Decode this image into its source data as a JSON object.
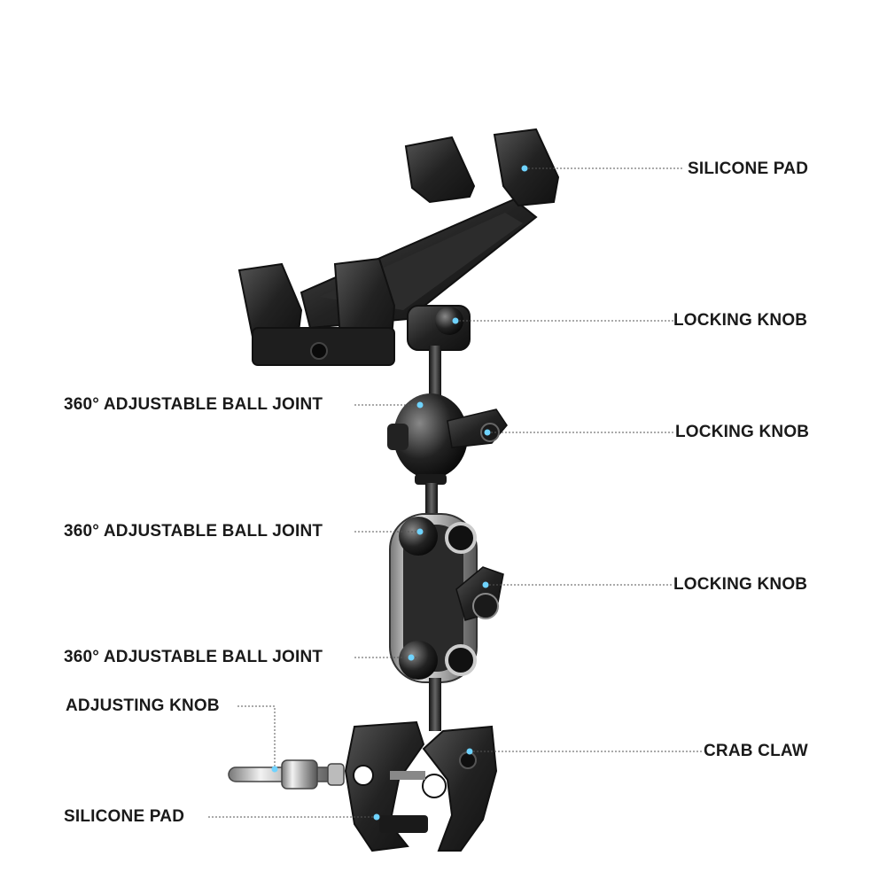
{
  "diagram": {
    "labels": {
      "silicone_pad_top": "SILICONE PAD",
      "locking_knob_1": "LOCKING KNOB",
      "locking_knob_2": "LOCKING KNOB",
      "locking_knob_3": "LOCKING KNOB",
      "ball_joint_1": "360° ADJUSTABLE BALL JOINT",
      "ball_joint_2": "360° ADJUSTABLE BALL JOINT",
      "ball_joint_3": "360° ADJUSTABLE BALL JOINT",
      "adjusting_knob": "ADJUSTING KNOB",
      "crab_claw": "CRAB CLAW",
      "silicone_pad_bottom": "SILICONE PAD"
    },
    "colors": {
      "label_text": "#1a1a1a",
      "leader_line": "#555555",
      "marker_dot": "#6fd3ff",
      "metal_dark": "#2a2a2a",
      "metal_mid": "#4a4a4a",
      "metal_light": "#9a9a9a",
      "chrome": "#d8d8d8"
    }
  }
}
